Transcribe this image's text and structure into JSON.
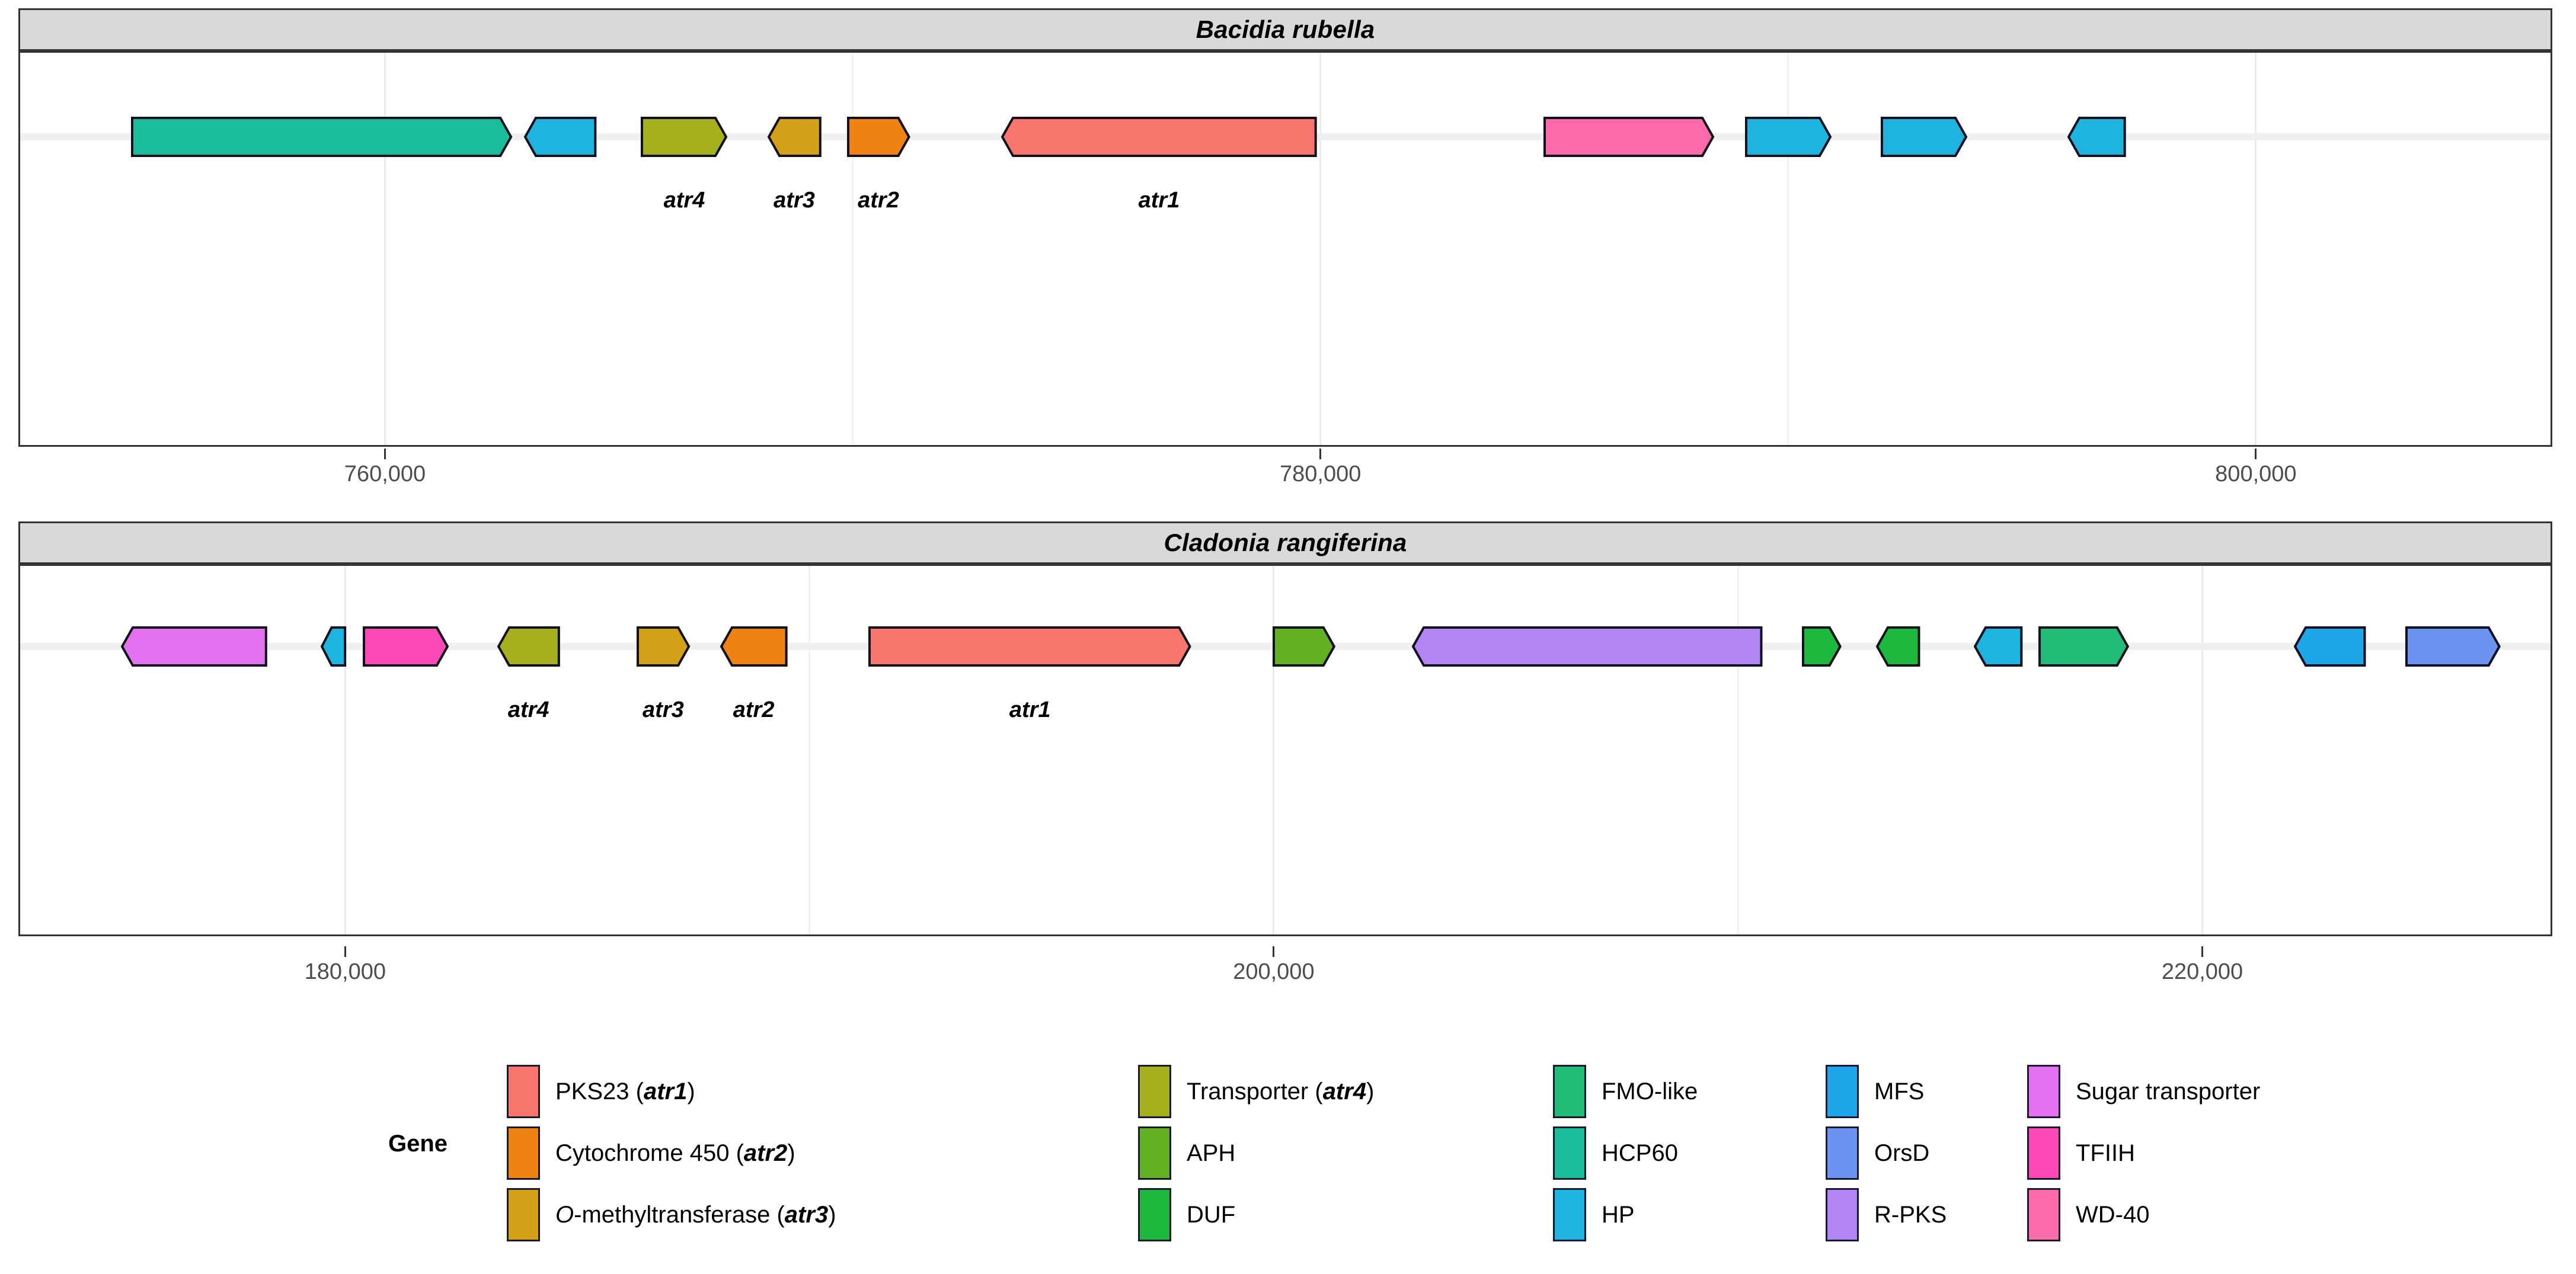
{
  "chart_data": {
    "type": "gene-cluster-synteny",
    "title": "",
    "panels": [
      {
        "organism": "Bacidia rubella",
        "axis": {
          "ticks": [
            760000,
            780000,
            800000
          ],
          "tick_labels": [
            "760,000",
            "780,000",
            "800,000"
          ],
          "xlim": [
            752200,
            806300
          ],
          "minor_ticks": [
            750000,
            770000,
            790000
          ]
        },
        "genes": [
          {
            "label": "",
            "name": "HCP60",
            "start": 754600,
            "end": 762700,
            "strand": "+",
            "color": "#1abc9c"
          },
          {
            "label": "",
            "name": "HP",
            "start": 763000,
            "end": 764500,
            "strand": "-",
            "color": "#1fb3e0"
          },
          {
            "label": "atr4",
            "name": "Transporter (atr4)",
            "start": 765500,
            "end": 767300,
            "strand": "+",
            "color": "#a6b01f"
          },
          {
            "label": "atr3",
            "name": "O-methyltransferase (atr3)",
            "start": 768200,
            "end": 769300,
            "strand": "-",
            "color": "#d4a017"
          },
          {
            "label": "atr2",
            "name": "Cytochrome 450 (atr2)",
            "start": 769900,
            "end": 771200,
            "strand": "+",
            "color": "#ee8213"
          },
          {
            "label": "atr1",
            "name": "PKS23 (atr1)",
            "start": 773200,
            "end": 779900,
            "strand": "-",
            "color": "#f8766d"
          },
          {
            "label": "",
            "name": "WD-40",
            "start": 784800,
            "end": 788400,
            "strand": "+",
            "color": "#fa6ba8"
          },
          {
            "label": "",
            "name": "HP",
            "start": 789100,
            "end": 790900,
            "strand": "+",
            "color": "#1fb3e0"
          },
          {
            "label": "",
            "name": "HP",
            "start": 792000,
            "end": 793800,
            "strand": "+",
            "color": "#1fb3e0"
          },
          {
            "label": "",
            "name": "HP",
            "start": 796000,
            "end": 797200,
            "strand": "-",
            "color": "#1fb3e0"
          }
        ]
      },
      {
        "organism": "Cladonia rangiferina",
        "axis": {
          "ticks": [
            180000,
            200000,
            220000
          ],
          "tick_labels": [
            "180,000",
            "200,000",
            "220,000"
          ],
          "xlim": [
            173000,
            227500
          ],
          "minor_ticks": [
            170000,
            190000,
            210000
          ]
        },
        "genes": [
          {
            "label": "",
            "name": "Sugar transporter",
            "start": 175200,
            "end": 178300,
            "strand": "-",
            "color": "#e472f0"
          },
          {
            "label": "",
            "name": "HP",
            "start": 179500,
            "end": 180000,
            "strand": "-",
            "color": "#1fb3e0"
          },
          {
            "label": "",
            "name": "TFIIH",
            "start": 180400,
            "end": 182200,
            "strand": "+",
            "color": "#fa49b5"
          },
          {
            "label": "atr4",
            "name": "Transporter (atr4)",
            "start": 183300,
            "end": 184600,
            "strand": "-",
            "color": "#a6b01f"
          },
          {
            "label": "atr3",
            "name": "O-methyltransferase (atr3)",
            "start": 186300,
            "end": 187400,
            "strand": "+",
            "color": "#d4a017"
          },
          {
            "label": "atr2",
            "name": "Cytochrome 450 (atr2)",
            "start": 188100,
            "end": 189500,
            "strand": "-",
            "color": "#ee8213"
          },
          {
            "label": "atr1",
            "name": "PKS23 (atr1)",
            "start": 191300,
            "end": 198200,
            "strand": "+",
            "color": "#f8766d"
          },
          {
            "label": "",
            "name": "APH",
            "start": 200000,
            "end": 201300,
            "strand": "+",
            "color": "#63b122"
          },
          {
            "label": "",
            "name": "R-PKS",
            "start": 203000,
            "end": 210500,
            "strand": "-",
            "color": "#b285f5"
          },
          {
            "label": "",
            "name": "DUF",
            "start": 211400,
            "end": 212200,
            "strand": "+",
            "color": "#1fb83f"
          },
          {
            "label": "",
            "name": "DUF",
            "start": 213000,
            "end": 213900,
            "strand": "-",
            "color": "#1fb83f"
          },
          {
            "label": "",
            "name": "HP",
            "start": 215100,
            "end": 216100,
            "strand": "-",
            "color": "#1fb3e0"
          },
          {
            "label": "",
            "name": "FMO-like",
            "start": 216500,
            "end": 218400,
            "strand": "+",
            "color": "#22bb77"
          },
          {
            "label": "",
            "name": "MFS",
            "start": 222000,
            "end": 223500,
            "strand": "-",
            "color": "#1fa5ea"
          },
          {
            "label": "",
            "name": "OrsD",
            "start": 224400,
            "end": 226400,
            "strand": "+",
            "color": "#6b93f0"
          }
        ]
      }
    ],
    "legend": {
      "title": "Gene",
      "columns": [
        [
          {
            "label": "PKS23 (atr1)",
            "plain": "PKS23 ",
            "italic": "atr1",
            "color": "#f8766d"
          },
          {
            "label": "Cytochrome 450 (atr2)",
            "plain": "Cytochrome 450 ",
            "italic": "atr2",
            "color": "#ee8213"
          },
          {
            "label": "O-methyltransferase (atr3)",
            "plain": "-methyltransferase ",
            "italic": "atr3",
            "color": "#d4a017"
          }
        ],
        [
          {
            "label": "Transporter (atr4)",
            "plain": "Transporter ",
            "italic": "atr4",
            "color": "#a6b01f"
          },
          {
            "label": "APH",
            "plain": "APH",
            "italic": "",
            "color": "#63b122"
          },
          {
            "label": "DUF",
            "plain": "DUF",
            "italic": "",
            "color": "#1fb83f"
          }
        ],
        [
          {
            "label": "FMO-like",
            "plain": "FMO-like",
            "italic": "",
            "color": "#22bb77"
          },
          {
            "label": "HCP60",
            "plain": "HCP60",
            "italic": "",
            "color": "#1abc9c"
          },
          {
            "label": "HP",
            "plain": "HP",
            "italic": "",
            "color": "#1fb3e0"
          }
        ],
        [
          {
            "label": "MFS",
            "plain": "MFS",
            "italic": "",
            "color": "#1fa5ea"
          },
          {
            "label": "OrsD",
            "plain": "OrsD",
            "italic": "",
            "color": "#6b93f0"
          },
          {
            "label": "R-PKS",
            "plain": "R-PKS",
            "italic": "",
            "color": "#b285f5"
          }
        ],
        [
          {
            "label": "Sugar transporter",
            "plain": "Sugar transporter",
            "italic": "",
            "color": "#e472f0"
          },
          {
            "label": "TFIIH",
            "plain": "TFIIH",
            "italic": "",
            "color": "#fa49b5"
          },
          {
            "label": "WD-40",
            "plain": "WD-40",
            "italic": "",
            "color": "#fa6ba8"
          }
        ]
      ]
    }
  }
}
